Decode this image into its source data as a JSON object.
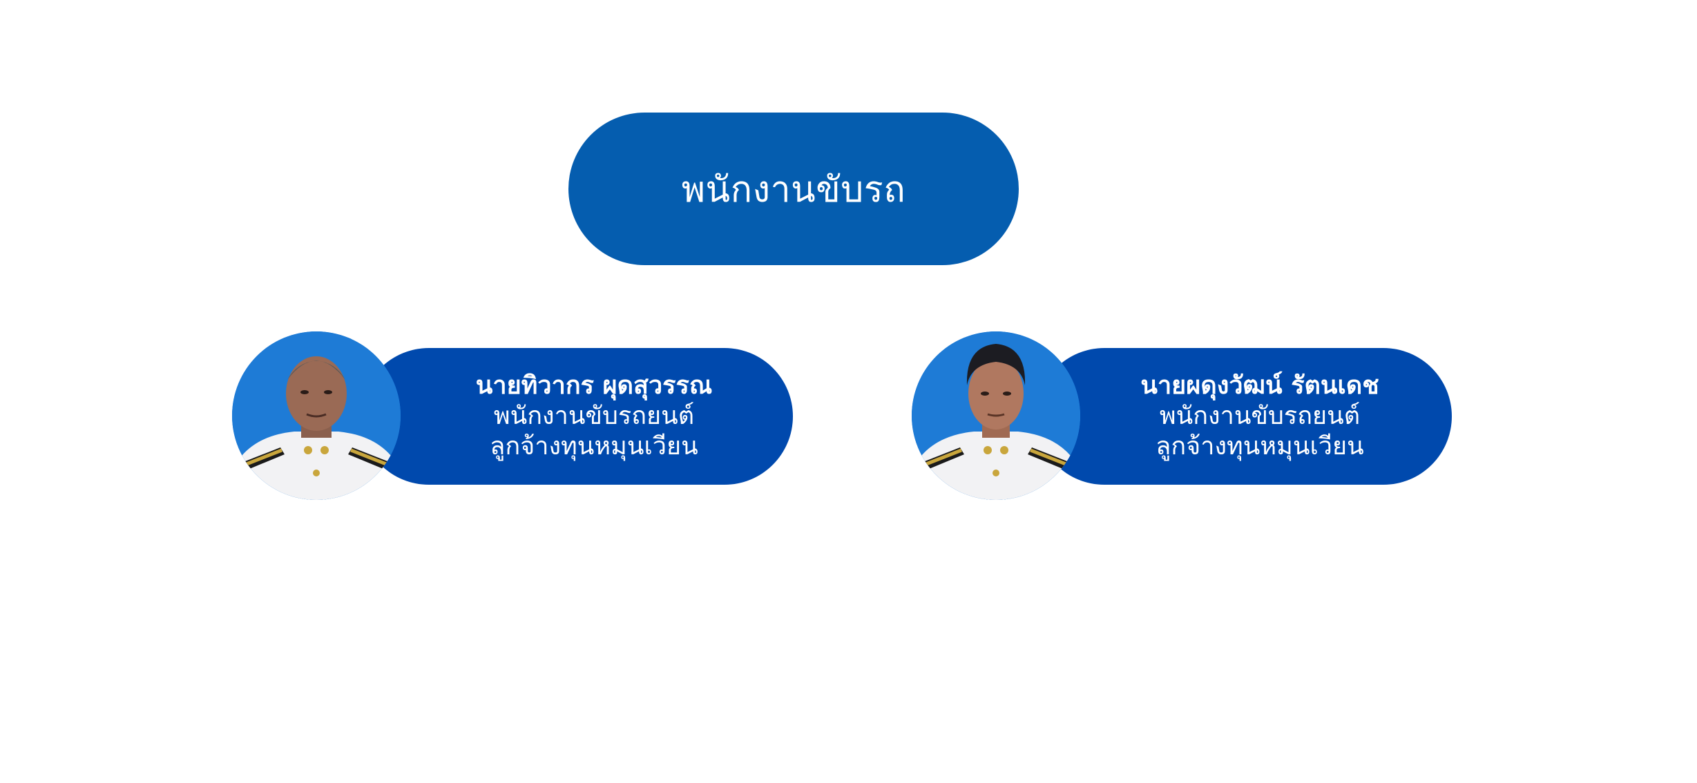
{
  "title": {
    "label": "พนักงานขับรถ"
  },
  "staff": [
    {
      "name": "นายทิวากร ผุดสุวรรณ",
      "position": "พนักงานขับรถยนต์",
      "employment": "ลูกจ้างทุนหมุนเวียน",
      "photo_icon": "person-photo-icon"
    },
    {
      "name": "นายผดุงวัฒน์ รัตนเดช",
      "position": "พนักงานขับรถยนต์",
      "employment": "ลูกจ้างทุนหมุนเวียน",
      "photo_icon": "person-photo-icon"
    }
  ],
  "colors": {
    "title_pill": "#055daf",
    "card_pill": "#0049ad",
    "photo_background": "#1e7bd6",
    "text": "#ffffff"
  }
}
